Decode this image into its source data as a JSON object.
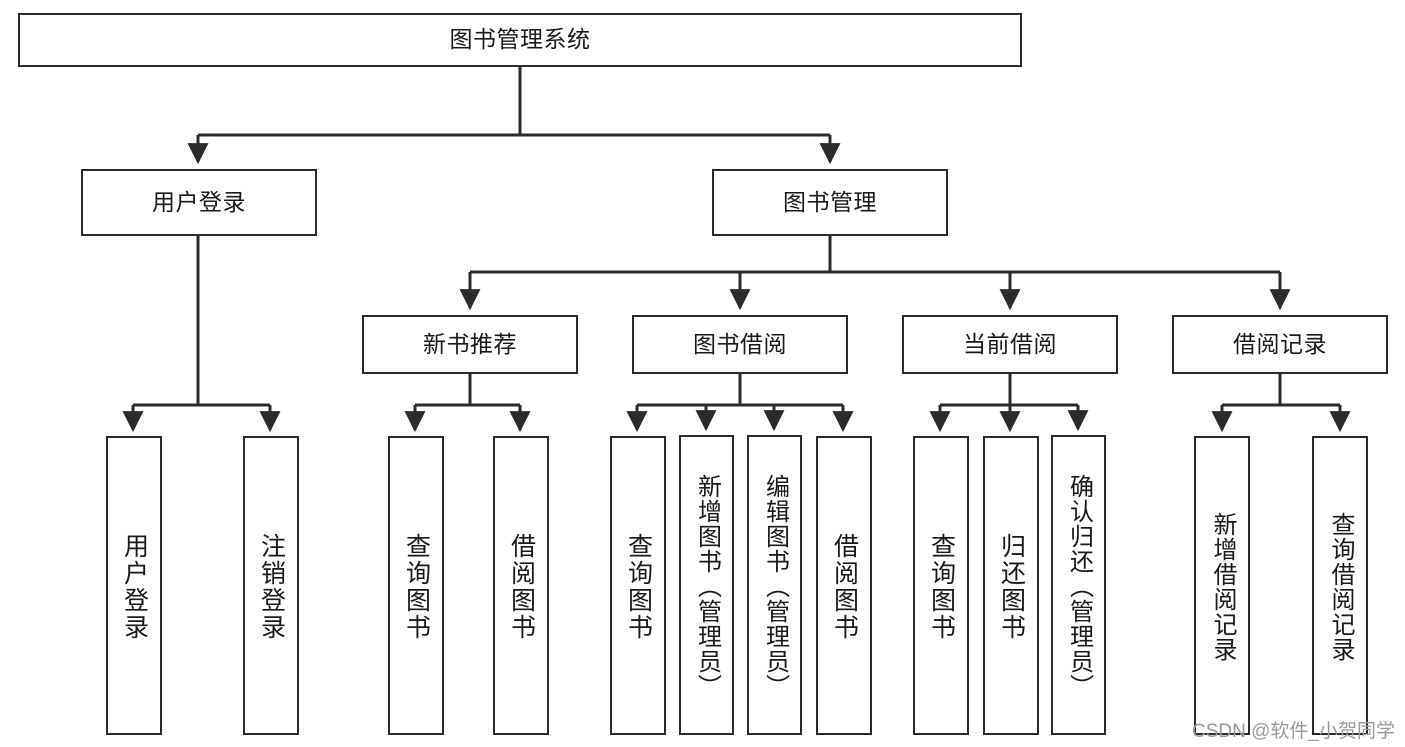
{
  "diagram": {
    "title": "图书管理系统",
    "type": "tree-hierarchy-chart",
    "colors": {
      "box_border": "#2b2b2b",
      "box_fill": "#ffffff",
      "edge": "#2b2b2b",
      "background": "#ffffff",
      "watermark": "#9a9a9a"
    },
    "root": {
      "label": "图书管理系统"
    },
    "level2": [
      {
        "label": "用户登录"
      },
      {
        "label": "图书管理"
      }
    ],
    "level3": [
      {
        "label": "新书推荐"
      },
      {
        "label": "图书借阅"
      },
      {
        "label": "当前借阅"
      },
      {
        "label": "借阅记录"
      }
    ],
    "leaves": {
      "user_login": [
        {
          "label": "用户登录"
        },
        {
          "label": "注销登录"
        }
      ],
      "new_book_recommend": [
        {
          "label": "查询图书"
        },
        {
          "label": "借阅图书"
        }
      ],
      "book_borrow": [
        {
          "label": "查询图书"
        },
        {
          "label": "新增图书（管理员）"
        },
        {
          "label": "编辑图书（管理员）"
        },
        {
          "label": "借阅图书"
        }
      ],
      "current_borrow": [
        {
          "label": "查询图书"
        },
        {
          "label": "归还图书"
        },
        {
          "label": "确认归还（管理员）"
        }
      ],
      "borrow_record": [
        {
          "label": "新增借阅记录"
        },
        {
          "label": "查询借阅记录"
        }
      ]
    },
    "watermark": "CSDN @软件_小贺同学"
  }
}
